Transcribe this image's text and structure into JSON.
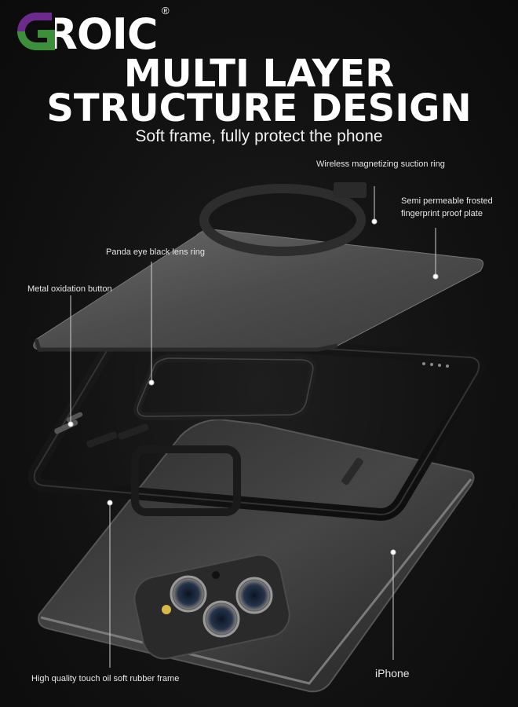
{
  "brand": {
    "logo_text": "GROIC",
    "registered_mark": "®"
  },
  "headline": {
    "line1": "MULTI LAYER",
    "line2": "STRUCTURE DESIGN",
    "subtitle": "Soft frame, fully protect the phone"
  },
  "callouts": {
    "magnet_ring": "Wireless magnetizing suction ring",
    "frosted_plate_line1": "Semi permeable frosted",
    "frosted_plate_line2": "fingerprint proof plate",
    "lens_ring": "Panda eye black lens ring",
    "metal_button": "Metal oxidation button",
    "rubber_frame": "High quality touch oil soft rubber frame",
    "phone": "iPhone"
  },
  "colors": {
    "background": "#111111",
    "logo_purple": "#6c2a8c",
    "logo_green": "#3d8f3c",
    "text": "#ffffff"
  }
}
